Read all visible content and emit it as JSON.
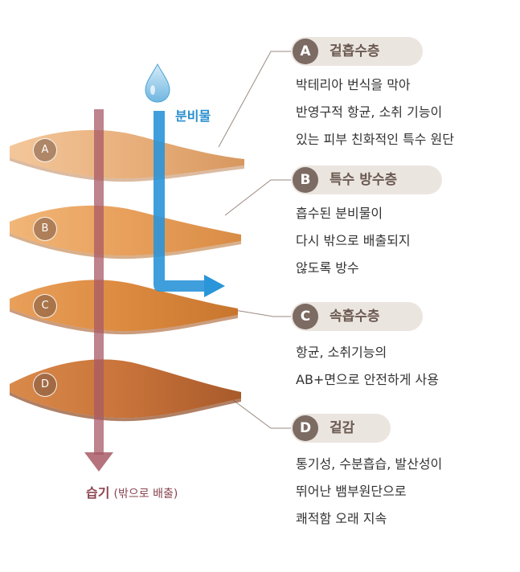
{
  "diagram": {
    "water_label": "분비물",
    "moisture_label": "습기",
    "moisture_sub": "(밖으로 배출)",
    "layers": [
      {
        "letter": "A",
        "title": "겉흡수층",
        "desc": [
          "박테리아 번식을 막아",
          "반영구적 항균, 소취 기능이",
          "있는 피부 친화적인 특수 원단"
        ]
      },
      {
        "letter": "B",
        "title": "특수 방수층",
        "desc": [
          "흡수된 분비물이",
          "다시 밖으로 배출되지",
          "않도록 방수"
        ]
      },
      {
        "letter": "C",
        "title": "속흡수층",
        "desc": [
          "항균, 소취기능의",
          "AB+면으로 안전하게 사용"
        ]
      },
      {
        "letter": "D",
        "title": "겉감",
        "desc": [
          "통기성, 수분흡습, 발산성이",
          "뛰어난 뱀부원단으로",
          "쾌적함 오래 지속"
        ]
      }
    ],
    "colors": {
      "water": "#2a95d8",
      "moisture": "#a85a66",
      "pill_bg": "#ebe5e0",
      "pill_circle": "#7c6b63"
    },
    "icons": [
      "water-drop-icon",
      "blue-arrow-icon",
      "moisture-arrow-icon"
    ]
  }
}
